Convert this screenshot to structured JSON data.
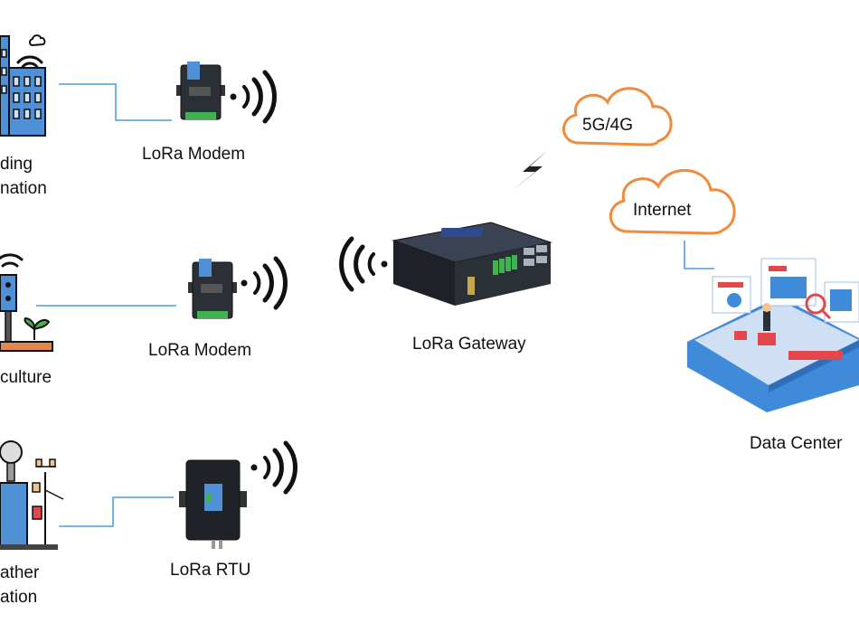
{
  "sites": [
    {
      "line1": "ding",
      "line2": "nation"
    },
    {
      "line1": "culture",
      "line2": ""
    },
    {
      "line1": "ather",
      "line2": "ation"
    }
  ],
  "devices": [
    {
      "label": "LoRa Modem"
    },
    {
      "label": "LoRa Modem"
    },
    {
      "label": "LoRa RTU"
    }
  ],
  "gateway": {
    "label": "LoRa Gateway"
  },
  "clouds": [
    {
      "label": "5G/4G"
    },
    {
      "label": "Internet"
    }
  ],
  "datacenter": {
    "label": "Data Center"
  },
  "colors": {
    "connector": "#4d9fd8",
    "cloud": "#f08a3c",
    "device_dark": "#2b2f36",
    "gateway_top": "#2e4a8c",
    "accent_green": "#3fb34f",
    "platform_blue": "#3f8ad9",
    "accent_red": "#e2474b"
  }
}
